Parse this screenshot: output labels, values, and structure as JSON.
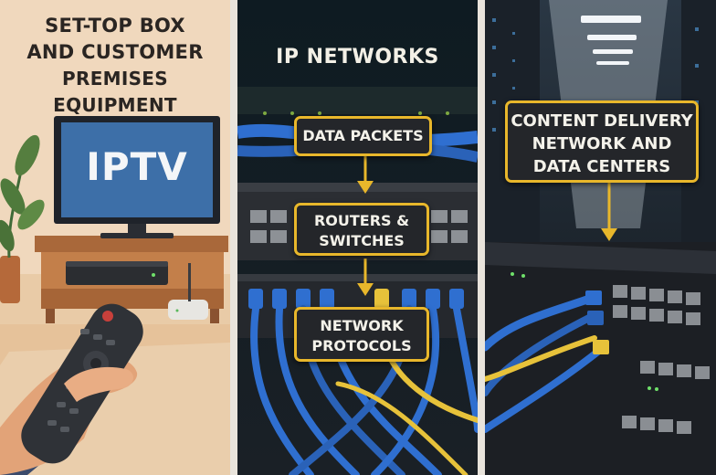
{
  "panels": {
    "customer": {
      "title_line1": "SET-TOP BOX",
      "title_line2": "AND CUSTOMER",
      "title_line3": "PREMISES EQUIPMENT",
      "tv_screen_text": "IPTV"
    },
    "network": {
      "title": "IP NETWORKS",
      "step1": "DATA PACKETS",
      "step2_line1": "ROUTERS &",
      "step2_line2": "SWITCHES",
      "step3_line1": "NETWORK",
      "step3_line2": "PROTOCOLS"
    },
    "datacenter": {
      "label_line1": "CONTENT DELIVERY",
      "label_line2": "NETWORK AND",
      "label_line3": "DATA CENTERS"
    }
  },
  "colors": {
    "label_border": "#e8b72b",
    "label_bg": "#24262a",
    "tv_screen": "#3d6fa8",
    "cable_blue": "#2f6fd0",
    "cable_yellow": "#e7c23a"
  }
}
